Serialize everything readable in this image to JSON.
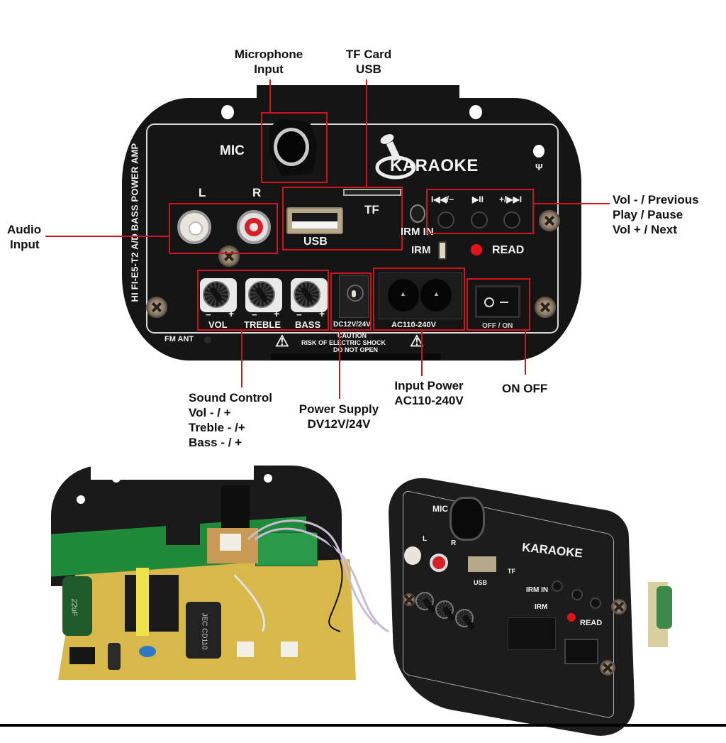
{
  "callouts": {
    "microphone_input": [
      "Microphone",
      "Input"
    ],
    "tf_card_usb": [
      "TF Card",
      "USB"
    ],
    "audio_input": [
      "Audio",
      "Input"
    ],
    "controls": [
      "Vol - / Previous",
      "Play / Pause",
      "Vol + / Next"
    ],
    "sound_control": [
      "Sound Control",
      "Vol - / +",
      "Treble - /+",
      "Bass - / +"
    ],
    "power_supply": [
      "Power Supply",
      "DV12V/24V"
    ],
    "input_power": [
      "Input Power",
      "AC110-240V"
    ],
    "on_off": "ON OFF"
  },
  "panel": {
    "mic_label": "MIC",
    "brand": "KARAOKE",
    "side_text": "HI FI-E5-T2 A/D BASS POWER AMP",
    "left_label": "L",
    "right_label": "R",
    "usb_label": "USB",
    "tf_label": "TF",
    "irm_in_label": "IRM IN",
    "irm_label": "IRM",
    "read_label": "READ",
    "prev_label": "I◀◀/−",
    "play_label": "▶II",
    "next_label": "+/▶▶I",
    "vol_label": "VOL",
    "treble_label": "TREBLE",
    "bass_label": "BASS",
    "minus": "−",
    "plus": "+",
    "dc_label": "DC12V/24V",
    "ac_label": "AC110-240V",
    "switch_label": "OFF / ON",
    "fm_label": "FM ANT",
    "caution": [
      "CAUTION",
      "RISK OF ELECTRIC SHOCK",
      "DO NOT OPEN"
    ]
  },
  "board_photo": {
    "capacitor_left": "22uF",
    "capacitor_right": "JEC CD110"
  },
  "colors": {
    "callout_red": "#d0141c",
    "panel_black": "#151515",
    "pcb_green": "#1f8a3a",
    "pcb_yellow": "#d9b84a"
  }
}
